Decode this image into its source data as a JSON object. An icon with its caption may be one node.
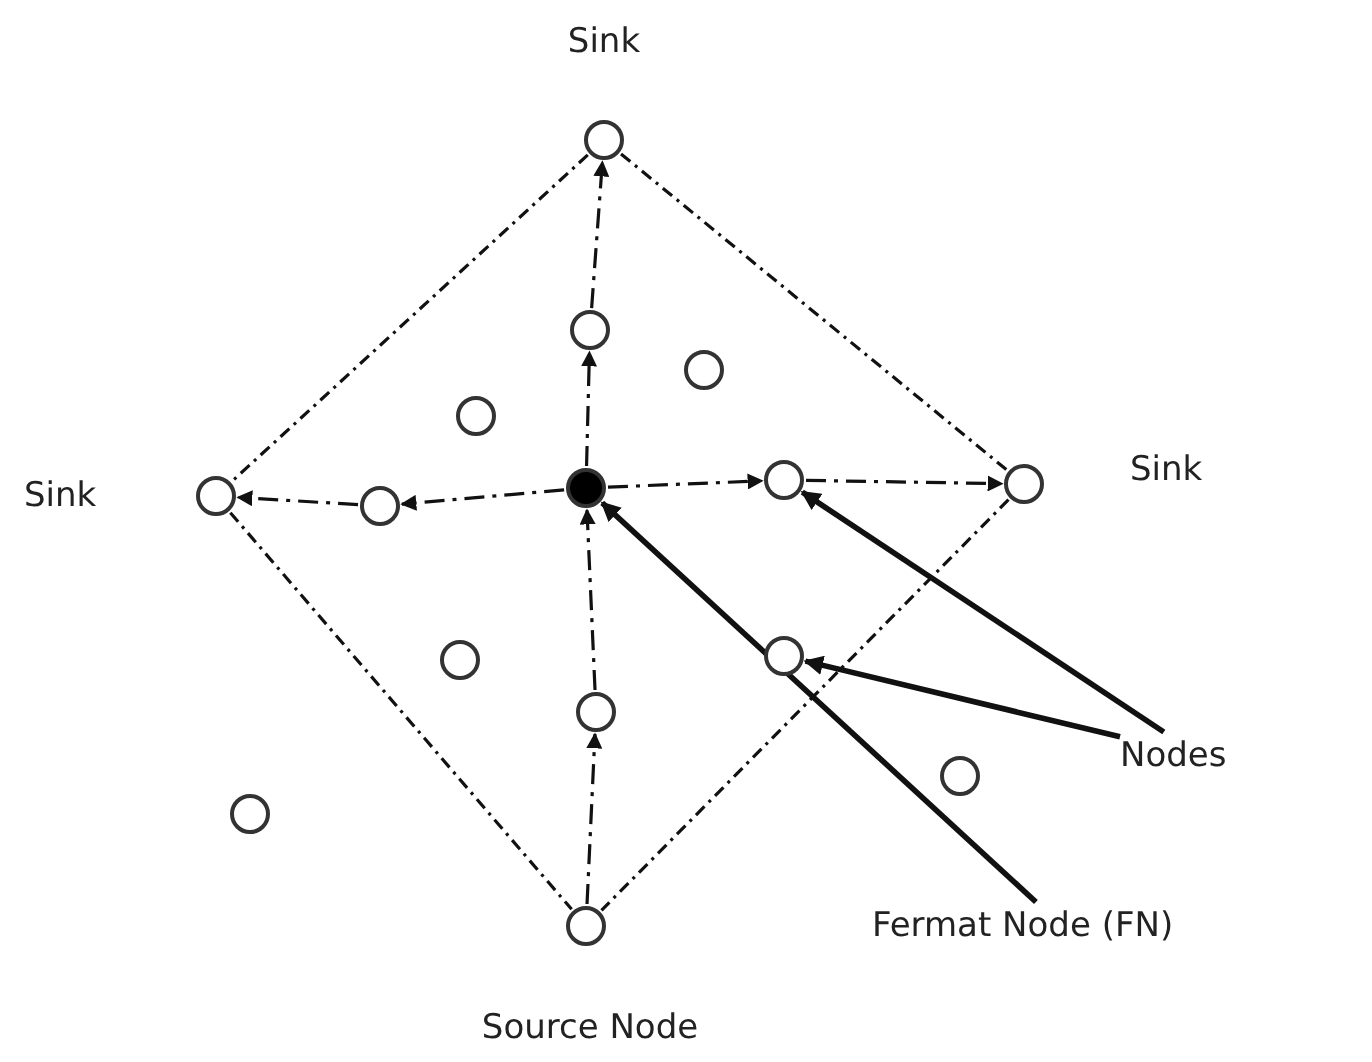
{
  "diagram": {
    "nodes": [
      {
        "text": [
          "Sink"
        ]
      },
      {
        "text": [],
        "shape": "circle"
      },
      {
        "text": [],
        "shape": "circle"
      },
      {
        "text": [],
        "shape": "circle"
      },
      {
        "text": [
          "Sink"
        ]
      },
      {
        "text": [],
        "shape": "circle"
      },
      {
        "text": [],
        "shape": "circle"
      },
      {
        "text": [],
        "shape": "circle"
      },
      {
        "text": [
          "Sink"
        ]
      },
      {
        "text": [],
        "shape": "circle"
      },
      {
        "text": [],
        "shape": "circle"
      },
      {
        "text": [],
        "shape": "circle"
      },
      {
        "text": [
          "Nodes"
        ]
      },
      {
        "text": [],
        "shape": "circle"
      },
      {
        "text": [],
        "shape": "circle"
      },
      {
        "text": [
          "Source Node"
        ]
      },
      {
        "text": [
          "Fermat Node (FN)"
        ]
      }
    ],
    "edges": [
      {
        "from": 0,
        "to": 4,
        "arrow": "none",
        "style": "dashed"
      },
      {
        "from": 0,
        "to": 8,
        "arrow": "none",
        "style": "dashed"
      },
      {
        "from": 4,
        "to": 15,
        "arrow": "none",
        "style": "dashed"
      },
      {
        "from": 8,
        "to": 15,
        "arrow": "none",
        "style": "dashed"
      },
      {
        "from": 15,
        "to": 11,
        "arrow": "to",
        "style": "dashed"
      },
      {
        "from": 11,
        "to": 6,
        "arrow": "to",
        "style": "dashed"
      },
      {
        "from": 6,
        "to": 1,
        "arrow": "to",
        "style": "dashed"
      },
      {
        "from": 1,
        "to": 0,
        "arrow": "to",
        "style": "dashed"
      },
      {
        "from": 6,
        "to": 5,
        "arrow": "to",
        "style": "dashed"
      },
      {
        "from": 5,
        "to": 4,
        "arrow": "to",
        "style": "dashed"
      },
      {
        "from": 6,
        "to": 7,
        "arrow": "to",
        "style": "dashed"
      },
      {
        "from": 7,
        "to": 8,
        "arrow": "to",
        "style": "dashed"
      },
      {
        "from": 12,
        "to": 7,
        "arrow": "to"
      },
      {
        "from": 12,
        "to": 10,
        "arrow": "to"
      },
      {
        "from": 16,
        "to": 6,
        "arrow": "to"
      }
    ]
  }
}
